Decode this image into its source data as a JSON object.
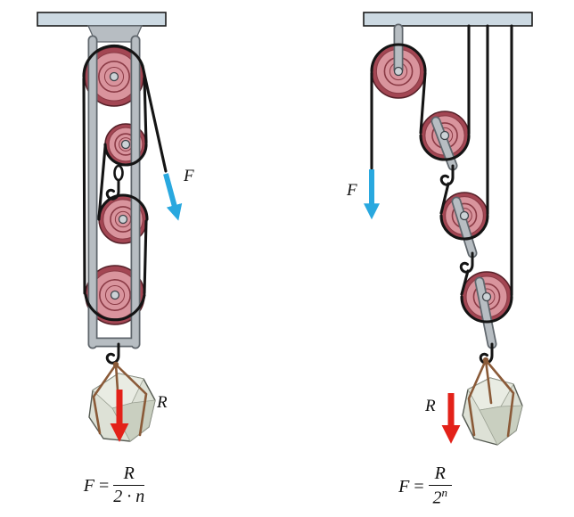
{
  "left_system": {
    "force_label": "F",
    "load_label": "R",
    "formula": {
      "lhs": "F",
      "eq": "=",
      "numerator": "R",
      "denominator": "2 · n"
    }
  },
  "right_system": {
    "force_label": "F",
    "load_label": "R",
    "formula": {
      "lhs": "F",
      "eq": "=",
      "numerator": "R",
      "denominator_base": "2",
      "denominator_exponent": "n"
    }
  },
  "colors": {
    "background": "#ffffff",
    "force_arrow": "#29a8df",
    "load_arrow": "#e32119",
    "pulley_rim": "#a34653",
    "pulley_body": "#d9949d",
    "metal": "#b7bdc2",
    "metal_edge": "#5f666c",
    "ceiling": "#ccd9e2",
    "rope": "#141414",
    "tie_rope": "#8a5a38",
    "stone": "#dde1d6"
  }
}
